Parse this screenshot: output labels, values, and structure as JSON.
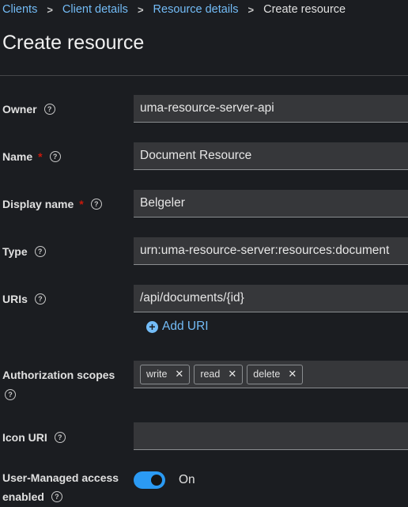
{
  "breadcrumb": {
    "items": [
      "Clients",
      "Client details",
      "Resource details"
    ],
    "current": "Create resource"
  },
  "page_title": "Create resource",
  "form": {
    "owner": {
      "label": "Owner",
      "value": "uma-resource-server-api"
    },
    "name": {
      "label": "Name",
      "required": "*",
      "value": "Document Resource"
    },
    "display_name": {
      "label": "Display name",
      "required": "*",
      "value": "Belgeler"
    },
    "type": {
      "label": "Type",
      "value": "urn:uma-resource-server:resources:document"
    },
    "uris": {
      "label": "URIs",
      "value": "/api/documents/{id}",
      "add_label": "Add URI"
    },
    "scopes": {
      "label": "Authorization scopes",
      "chips": [
        "write",
        "read",
        "delete"
      ]
    },
    "icon_uri": {
      "label": "Icon URI",
      "value": ""
    },
    "user_managed": {
      "label_line1": "User-Managed access",
      "label_line2": "enabled",
      "state": "On",
      "checked": true
    }
  },
  "icons": {
    "help": "question-circle-icon",
    "add": "plus-circle-icon",
    "chip_remove": "times-icon",
    "breadcrumb_sep": "angle-right-icon"
  },
  "colors": {
    "link": "#73bcf7",
    "required": "#c9190b",
    "toggle_on": "#2b9af3",
    "background": "#1b1d21",
    "input_bg": "#36373a"
  }
}
